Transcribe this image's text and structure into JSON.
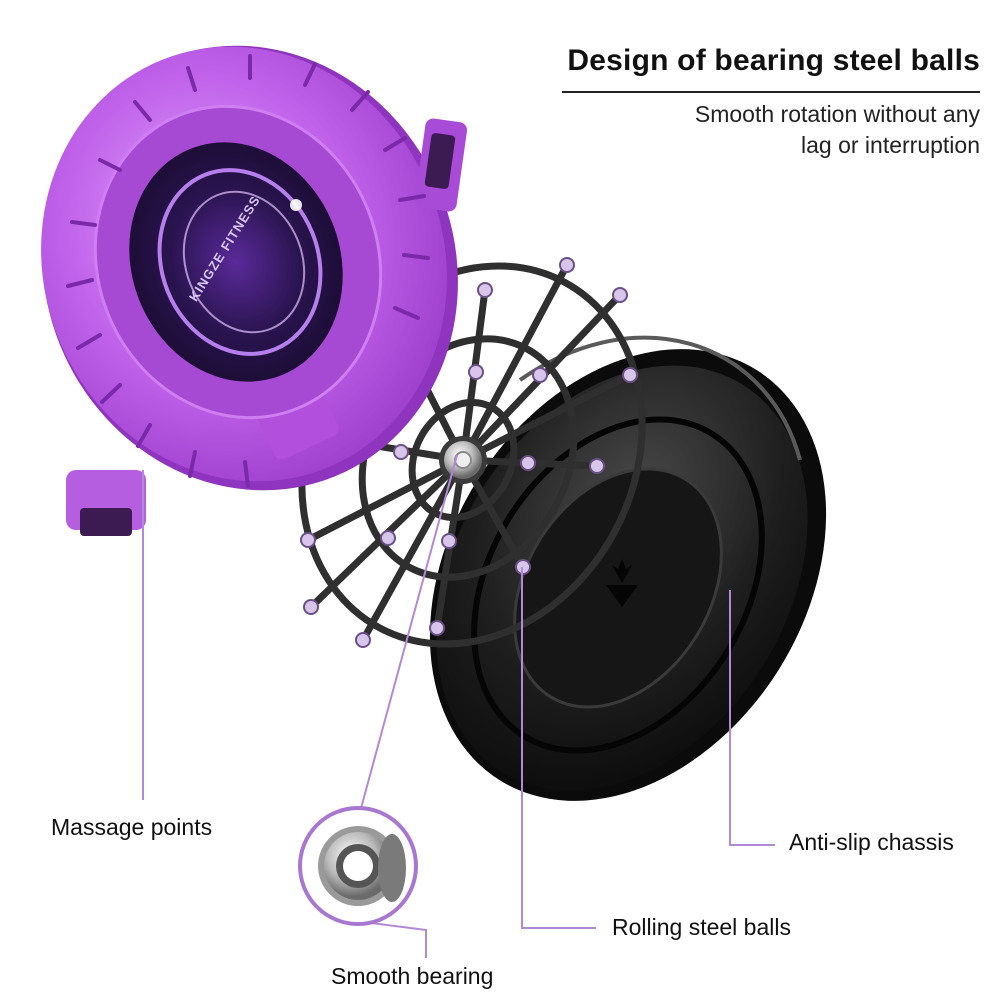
{
  "header": {
    "title": "Design of bearing steel balls",
    "subtitle_lines": [
      "Smooth rotation without any",
      "lag or interruption"
    ]
  },
  "callouts": {
    "massage_points": "Massage points",
    "anti_slip_chassis": "Anti-slip chassis",
    "rolling_steel_balls": "Rolling steel balls",
    "smooth_bearing": "Smooth bearing"
  },
  "brand": {
    "logo_text": "KINGZE FITNESS"
  },
  "colors": {
    "disc_purple": "#b54fe0",
    "disc_purple_light": "#d98af5",
    "glow": "#c78cff",
    "leader_line": "#b189d6",
    "chassis": "#1a1a1a",
    "frame": "#2f2f2f",
    "ball": "#d8c6ea"
  }
}
